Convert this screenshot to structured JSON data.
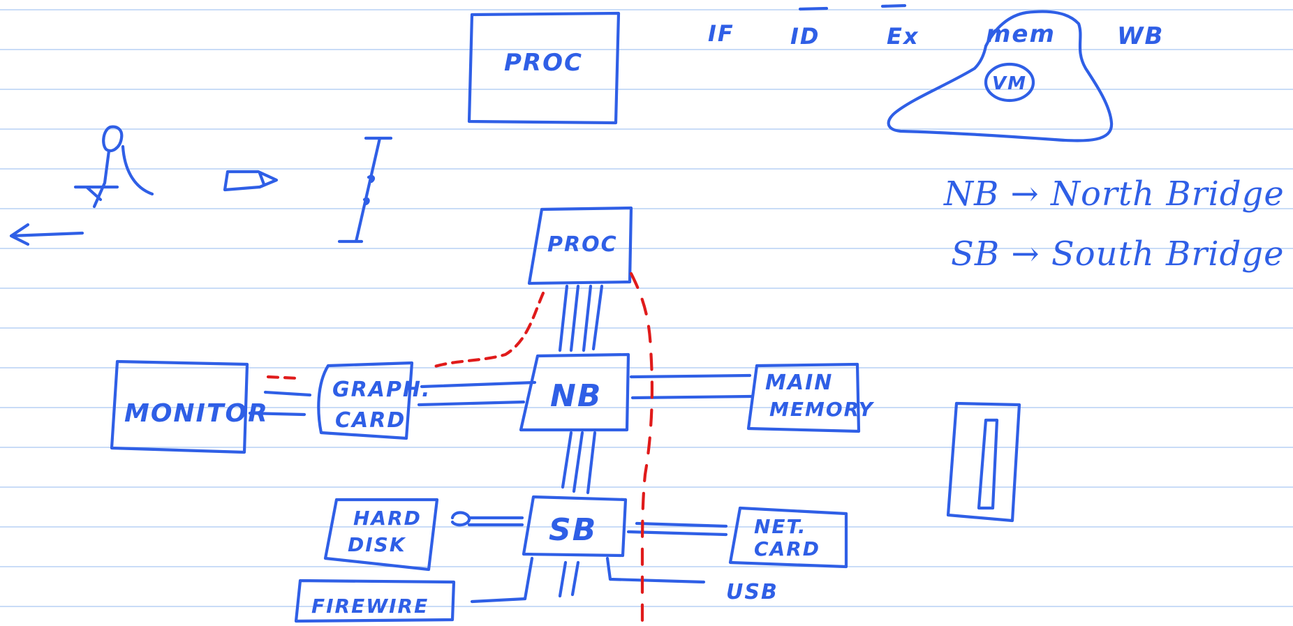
{
  "colors": {
    "ink_blue": "#2f5fe6",
    "ink_red": "#e01b1b",
    "ruled_line": "#a9c8f2",
    "paper": "#ffffff"
  },
  "top": {
    "proc_label": "PROC",
    "pipeline_stages": [
      "IF",
      "ID",
      "Ex",
      "mem",
      "WB"
    ],
    "vm_label": "VM"
  },
  "legend": {
    "nb_line": "NB → North Bridge",
    "sb_line": "SB → South Bridge"
  },
  "blocks": {
    "proc": "PROC",
    "nb": "NB",
    "sb": "SB",
    "monitor": "MONITOR",
    "graph_card_line1": "GRAPH.",
    "graph_card_line2": "CARD",
    "main_memory_line1": "MAIN",
    "main_memory_line2": "MEMORY",
    "hard_disk_line1": "HARD",
    "hard_disk_line2": "DISK",
    "net_card_line1": "NET.",
    "net_card_line2": "CARD",
    "firewire": "FIREWIRE",
    "usb": "USB"
  }
}
